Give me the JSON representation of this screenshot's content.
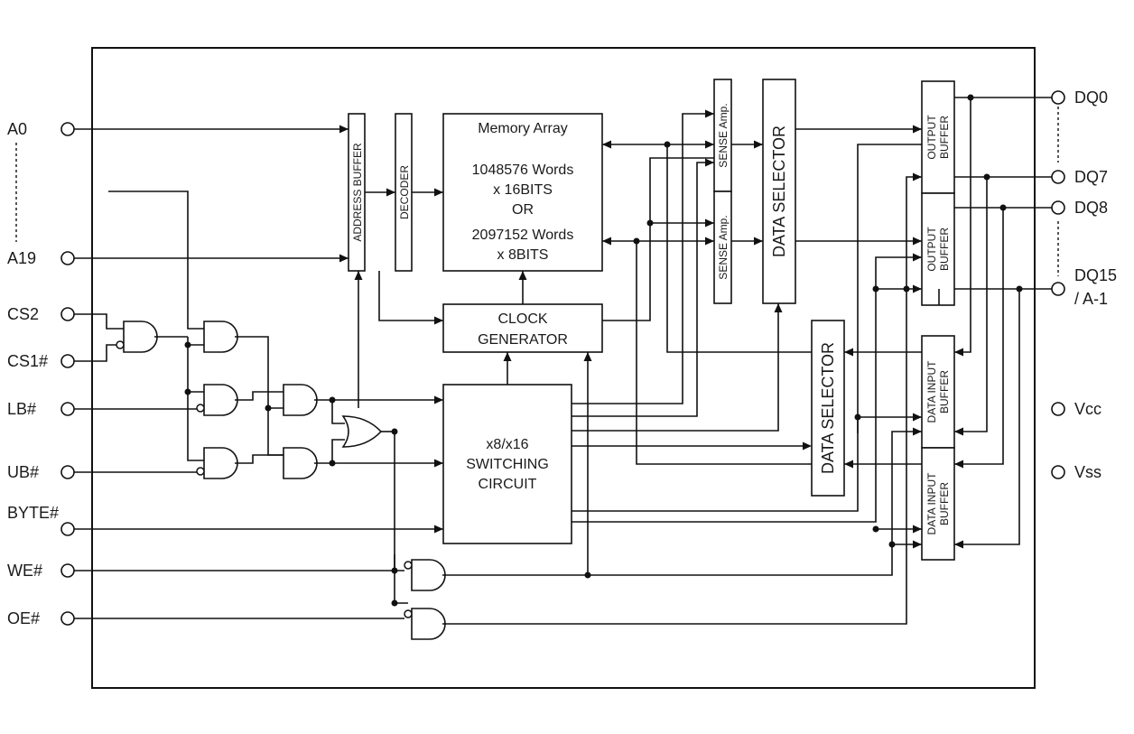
{
  "pins_left": {
    "a0": "A0",
    "a19": "A19",
    "cs2": "CS2",
    "cs1": "CS1#",
    "lb": "LB#",
    "ub": "UB#",
    "byte": "BYTE#",
    "we": "WE#",
    "oe": "OE#"
  },
  "pins_right": {
    "dq0": "DQ0",
    "dq7": "DQ7",
    "dq8": "DQ8",
    "dq15_line1": "DQ15",
    "dq15_line2": "/ A-1",
    "vcc": "Vcc",
    "vss": "Vss"
  },
  "blocks": {
    "address_buffer": "ADDRESS BUFFER",
    "decoder": "DECODER",
    "memory_array": {
      "title": "Memory Array",
      "line1": "1048576  Words",
      "line2": "x 16BITS",
      "line3": "OR",
      "line4": "2097152 Words",
      "line5": "x 8BITS"
    },
    "sense_amp": "SENSE Amp.",
    "data_selector": "DATA SELECTOR",
    "clock_generator": {
      "line1": "CLOCK",
      "line2": "GENERATOR"
    },
    "switching_circuit": {
      "line1": "x8/x16",
      "line2": "SWITCHING",
      "line3": "CIRCUIT"
    },
    "output_buffer": {
      "line1": "OUTPUT",
      "line2": "BUFFER"
    },
    "data_input_buffer": {
      "line1": "DATA INPUT",
      "line2": "BUFFER"
    }
  }
}
